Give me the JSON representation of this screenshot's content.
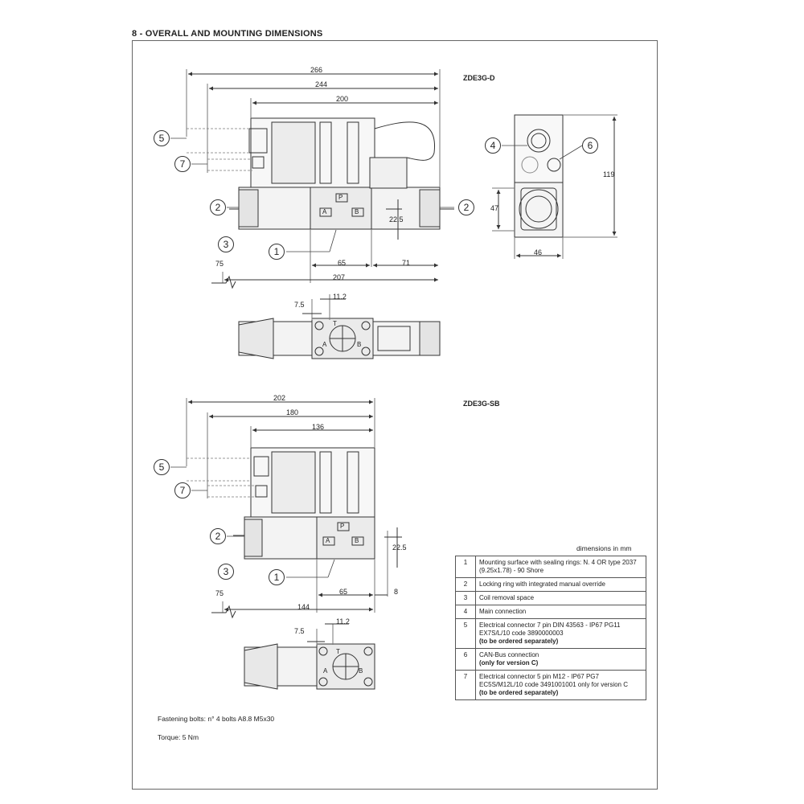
{
  "header": {
    "section_title": "8 - OVERALL AND MOUNTING DIMENSIONS"
  },
  "models": {
    "top": "ZDE3G-D",
    "bottom": "ZDE3G-SB"
  },
  "top_dims": {
    "d266": "266",
    "d244": "244",
    "d200": "200",
    "d119": "119",
    "d47": "47",
    "d46": "46",
    "d22_5": "22.5",
    "d65": "65",
    "d71": "71",
    "d75": "75",
    "d207": "207",
    "d7_5": "7.5",
    "d11_2": "11.2"
  },
  "bottom_dims": {
    "d202": "202",
    "d180": "180",
    "d136": "136",
    "d22_5": "22.5",
    "d65": "65",
    "d8": "8",
    "d75": "75",
    "d144": "144",
    "d7_5": "7.5",
    "d11_2": "11.2"
  },
  "ports": {
    "p": "P",
    "a": "A",
    "b": "B",
    "t": "T"
  },
  "callouts": [
    "1",
    "2",
    "3",
    "4",
    "5",
    "6",
    "7"
  ],
  "legend": {
    "units": "dimensions in mm",
    "items": [
      {
        "num": "1",
        "text": "Mounting surface with sealing rings: N. 4 OR type 2037 (9.25x1.78) - 90 Shore",
        "bold": ""
      },
      {
        "num": "2",
        "text": "Locking ring with integrated manual override",
        "bold": ""
      },
      {
        "num": "3",
        "text": "Coil removal space",
        "bold": ""
      },
      {
        "num": "4",
        "text": "Main connection",
        "bold": ""
      },
      {
        "num": "5",
        "text": "Electrical connector 7 pin DIN 43563 - IP67 PG11 EX7S/L/10 code 3890000003",
        "bold": "(to be ordered separately)"
      },
      {
        "num": "6",
        "text": "CAN-Bus connection",
        "bold": "(only for version C)"
      },
      {
        "num": "7",
        "text": "Electrical connector 5 pin M12 - IP67 PG7 EC5S/M12L/10 code 3491001001 only for version C",
        "bold": "(to be ordered separately)"
      }
    ]
  },
  "notes": {
    "bolts": "Fastening bolts: n° 4 bolts A8.8   M5x30",
    "torque": "Torque: 5 Nm"
  }
}
